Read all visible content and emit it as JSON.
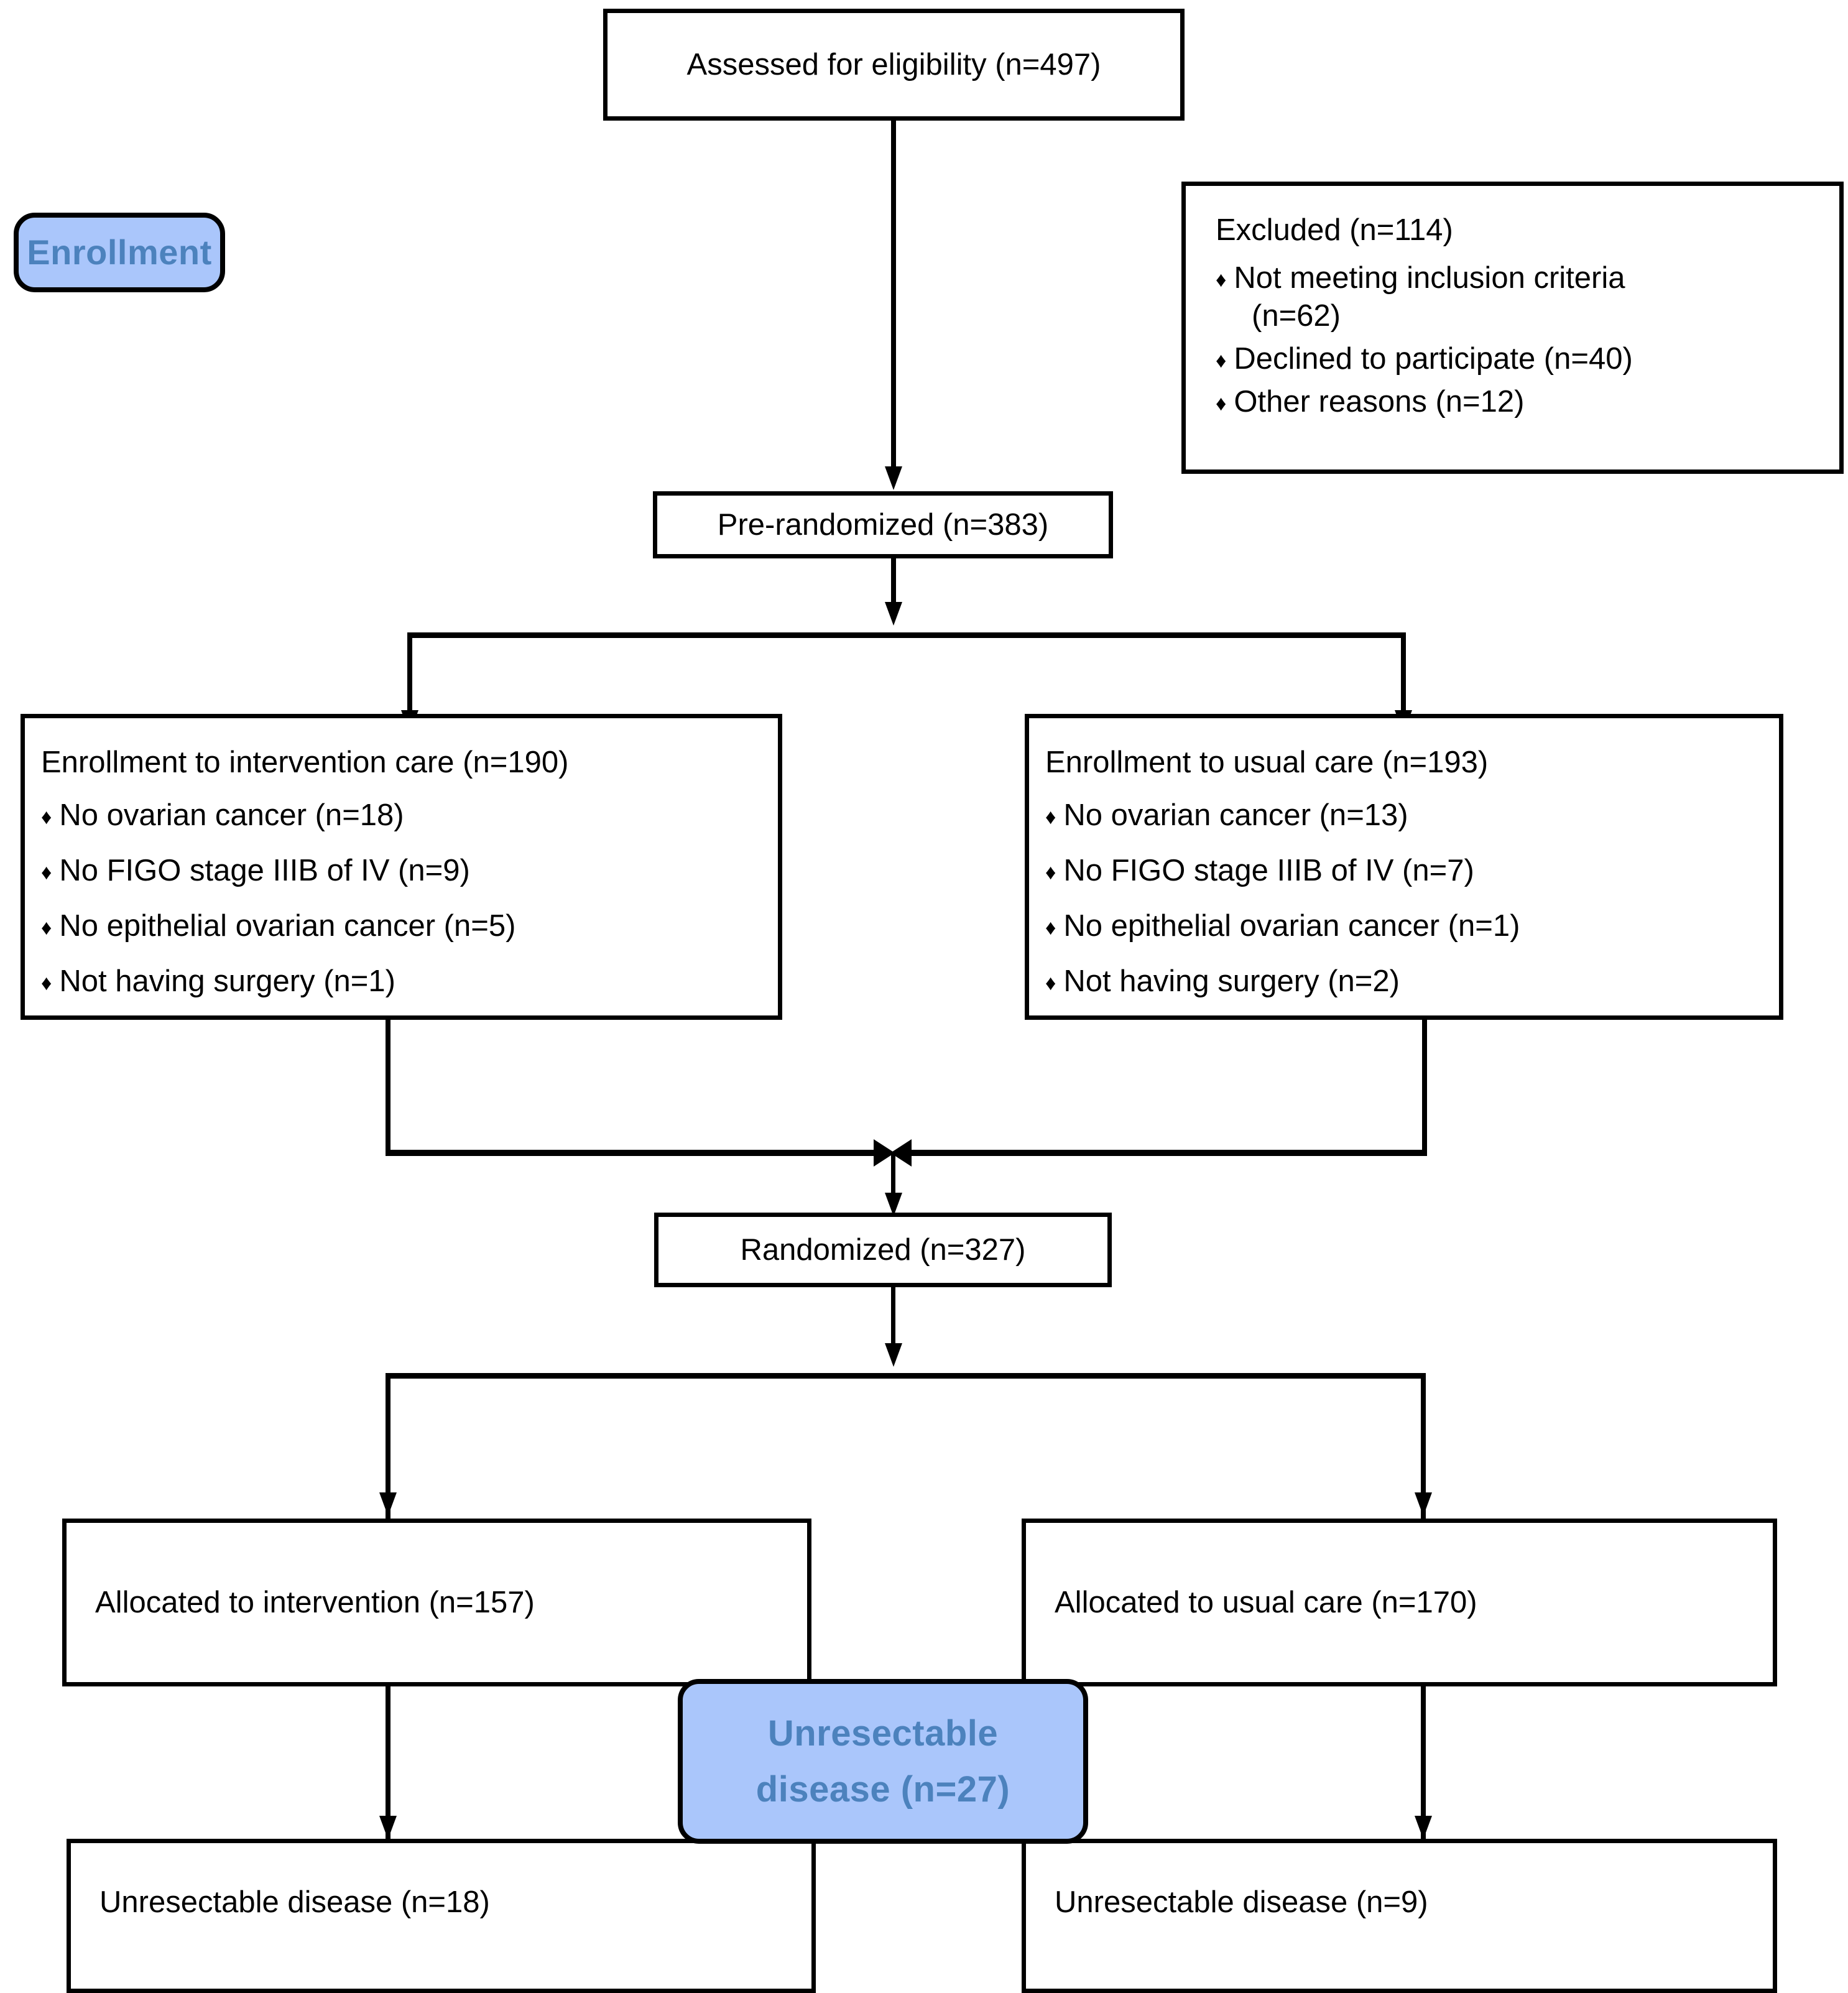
{
  "diagram": {
    "type": "consort-flow-diagram",
    "bullet_glyph": "♦",
    "colors": {
      "badge_fill": "#AAC6FB",
      "badge_text": "#4C82BD",
      "line": "#000000",
      "box_fill": "#FFFFFF"
    }
  },
  "stages": {
    "enrollment": {
      "label": "Enrollment"
    },
    "unresectable": {
      "line1": "Unresectable",
      "line2": "disease (n=27)"
    }
  },
  "nodes": {
    "assessed": {
      "title": "Assessed for eligibility (n=497)"
    },
    "excluded": {
      "title": "Excluded (n=114)",
      "bullets": [
        {
          "text": "Not meeting inclusion criteria",
          "cont": "(n=62)"
        },
        {
          "text": "Declined to participate (n=40)"
        },
        {
          "text": "Other reasons (n=12)"
        }
      ]
    },
    "prerandomized": {
      "title": "Pre-randomized (n=383)"
    },
    "enroll_intervention": {
      "title": "Enrollment to intervention care (n=190)",
      "bullets": [
        {
          "text": "No ovarian cancer (n=18)"
        },
        {
          "text": "No FIGO stage IIIB of IV (n=9)"
        },
        {
          "text": "No epithelial ovarian cancer (n=5)"
        },
        {
          "text": "Not having surgery (n=1)"
        }
      ]
    },
    "enroll_usual": {
      "title": "Enrollment to usual care (n=193)",
      "bullets": [
        {
          "text": "No ovarian cancer (n=13)"
        },
        {
          "text": "No FIGO stage IIIB of IV (n=7)"
        },
        {
          "text": "No epithelial ovarian cancer (n=1)"
        },
        {
          "text": "Not having surgery (n=2)"
        }
      ]
    },
    "randomized": {
      "title": "Randomized (n=327)"
    },
    "alloc_intervention": {
      "title": "Allocated to intervention (n=157)"
    },
    "alloc_usual": {
      "title": "Allocated to usual care (n=170)"
    },
    "unres_intervention": {
      "title": "Unresectable disease (n=18)"
    },
    "unres_usual": {
      "title": "Unresectable disease (n=9)"
    }
  },
  "chart_data": {
    "type": "flow",
    "title": "CONSORT participant flow",
    "counts": {
      "assessed_for_eligibility": 497,
      "excluded_total": 114,
      "excluded_not_meeting_inclusion_criteria": 62,
      "excluded_declined_to_participate": 40,
      "excluded_other_reasons": 12,
      "pre_randomized": 383,
      "enrollment_intervention_care": 190,
      "intervention_no_ovarian_cancer": 18,
      "intervention_no_figo_stage_IIIB_of_IV": 9,
      "intervention_no_epithelial_ovarian_cancer": 5,
      "intervention_not_having_surgery": 1,
      "enrollment_usual_care": 193,
      "usual_no_ovarian_cancer": 13,
      "usual_no_figo_stage_IIIB_of_IV": 7,
      "usual_no_epithelial_ovarian_cancer": 1,
      "usual_not_having_surgery": 2,
      "randomized": 327,
      "allocated_to_intervention": 157,
      "allocated_to_usual_care": 170,
      "unresectable_disease_total": 27,
      "unresectable_disease_intervention": 18,
      "unresectable_disease_usual_care": 9
    }
  }
}
